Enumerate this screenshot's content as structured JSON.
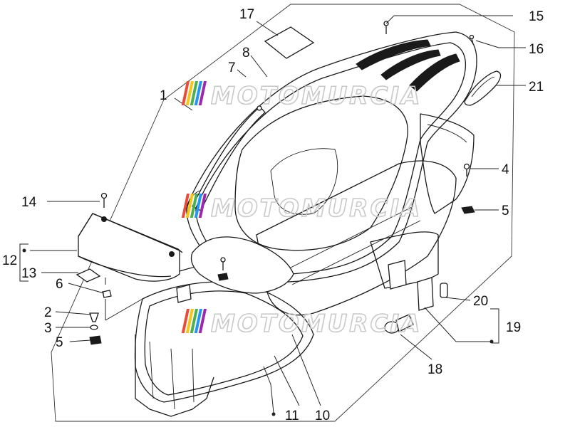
{
  "watermark": {
    "text": "MOTOMURCIA",
    "stripe_colors": [
      "#e94b3c",
      "#f5c518",
      "#4caf50",
      "#2196f3",
      "#9c27b0"
    ]
  },
  "labels": {
    "l1": "1",
    "l2": "2",
    "l3": "3",
    "l4": "4",
    "l5a": "5",
    "l5b": "5",
    "l6": "6",
    "l7": "7",
    "l8": "8",
    "l10": "10",
    "l11": "11",
    "l12": "12",
    "l13": "13",
    "l14": "14",
    "l15": "15",
    "l16": "16",
    "l17": "17",
    "l18": "18",
    "l19": "19",
    "l20": "20",
    "l21": "21"
  }
}
